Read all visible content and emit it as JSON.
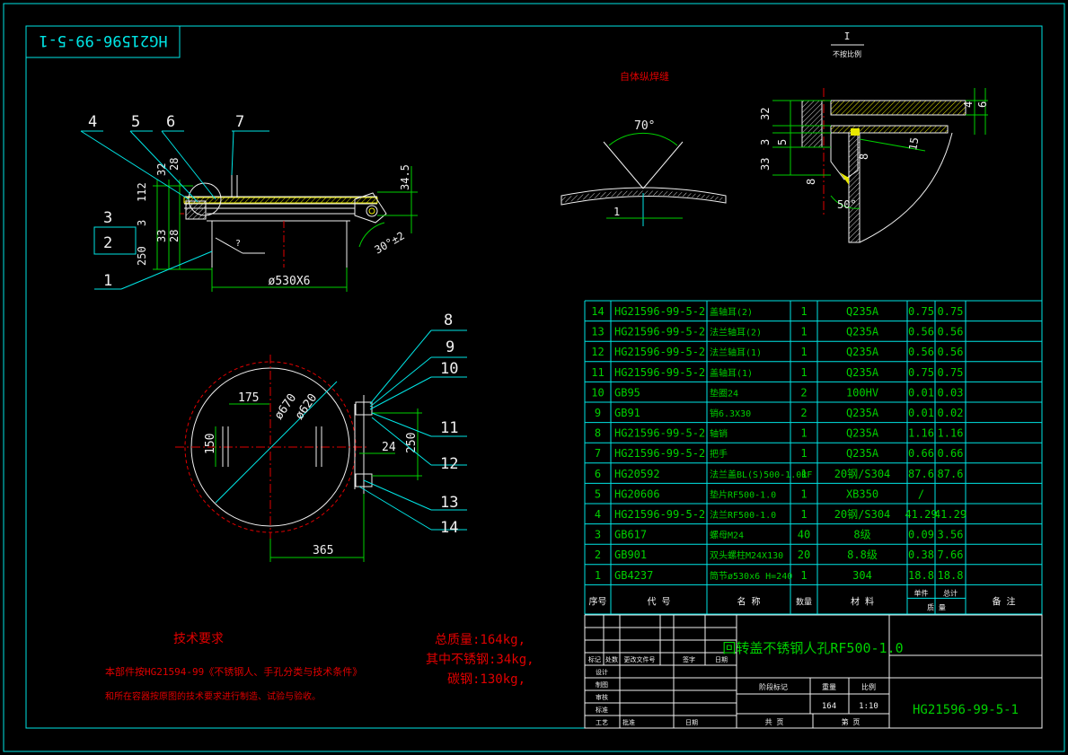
{
  "drawing_number": "HG21596-99-5-1",
  "drawing_number_mirrored": "HG21596-99-5-1",
  "title": "回转盖不锈钢人孔RF500-1.0",
  "detail": {
    "label": "I",
    "scale": "不按比例"
  },
  "weld_note": "自体纵焊缝",
  "angle_70": "70°",
  "section_dims": {
    "d1": "1"
  },
  "detail_dims": {
    "d32": "32",
    "d3": "3",
    "d5": "5",
    "d33": "33",
    "d4": "4",
    "d6": "6",
    "d15": "15",
    "d8a": "8",
    "d8b": "8",
    "a50": "50°"
  },
  "front_view": {
    "balloons": [
      "1",
      "2",
      "3",
      "4",
      "5",
      "6",
      "7"
    ],
    "dims": {
      "d112": "112",
      "d32": "32",
      "d28a": "28",
      "d3": "3",
      "d33": "33",
      "d28b": "28",
      "d250": "250",
      "d345": "34.5",
      "d530": "ø530X6",
      "q": "?",
      "d30": "30°±2"
    }
  },
  "plan_view": {
    "balloons": [
      "8",
      "9",
      "10",
      "11",
      "12",
      "13",
      "14"
    ],
    "dims": {
      "d175": "175",
      "d670": "ø670",
      "d620": "ø620",
      "d150": "150",
      "d24": "24",
      "d250": "250",
      "d365": "365"
    }
  },
  "tech": {
    "heading": "技术要求",
    "line1": "本部件按HG21594-99《不锈钢人、手孔分类与技术条件》",
    "line2": "和所在容器按原图的技术要求进行制造、试验与验收。"
  },
  "weights": {
    "total": "总质量:164kg,",
    "stainless": "其中不锈钢:34kg,",
    "carbon": "碳钢:130kg,"
  },
  "bom_headers": {
    "no": "序号",
    "code": "代    号",
    "name": "名    称",
    "qty": "数量",
    "material": "材    料",
    "unit": "单件",
    "total": "总计",
    "mass": "质    量",
    "remark": "备    注"
  },
  "bom": [
    {
      "no": "14",
      "code": "HG21596-99-5-2",
      "name": "盖轴耳(2)",
      "qty": "1",
      "material": "Q235A",
      "unit": "0.75",
      "total": "0.75"
    },
    {
      "no": "13",
      "code": "HG21596-99-5-2",
      "name": "法兰轴耳(2)",
      "qty": "1",
      "material": "Q235A",
      "unit": "0.56",
      "total": "0.56"
    },
    {
      "no": "12",
      "code": "HG21596-99-5-2",
      "name": "法兰轴耳(1)",
      "qty": "1",
      "material": "Q235A",
      "unit": "0.56",
      "total": "0.56"
    },
    {
      "no": "11",
      "code": "HG21596-99-5-2",
      "name": "盖轴耳(1)",
      "qty": "1",
      "material": "Q235A",
      "unit": "0.75",
      "total": "0.75"
    },
    {
      "no": "10",
      "code": "GB95",
      "name": "垫圈24",
      "qty": "2",
      "material": "100HV",
      "unit": "0.01",
      "total": "0.03"
    },
    {
      "no": "9",
      "code": "GB91",
      "name": "销6.3X30",
      "qty": "2",
      "material": "Q235A",
      "unit": "0.01",
      "total": "0.02"
    },
    {
      "no": "8",
      "code": "HG21596-99-5-2",
      "name": "轴销",
      "qty": "1",
      "material": "Q235A",
      "unit": "1.16",
      "total": "1.16"
    },
    {
      "no": "7",
      "code": "HG21596-99-5-2",
      "name": "把手",
      "qty": "1",
      "material": "Q235A",
      "unit": "0.66",
      "total": "0.66"
    },
    {
      "no": "6",
      "code": "HG20592",
      "name": "法兰盖BL(S)500-1.0RF",
      "qty": "1",
      "material": "20钢/S304",
      "unit": "87.6",
      "total": "87.6"
    },
    {
      "no": "5",
      "code": "HG20606",
      "name": "垫片RF500-1.0",
      "qty": "1",
      "material": "XB350",
      "unit": "/",
      "total": ""
    },
    {
      "no": "4",
      "code": "HG21596-99-5-2",
      "name": "法兰RF500-1.0",
      "qty": "1",
      "material": "20钢/S304",
      "unit": "41.29",
      "total": "41.29"
    },
    {
      "no": "3",
      "code": "GB617",
      "name": "螺母M24",
      "qty": "40",
      "material": "8级",
      "unit": "0.09",
      "total": "3.56"
    },
    {
      "no": "2",
      "code": "GB901",
      "name": "双头螺柱M24X130",
      "qty": "20",
      "material": "8.8级",
      "unit": "0.38",
      "total": "7.66"
    },
    {
      "no": "1",
      "code": "GB4237",
      "name": "筒节ø530x6 H=240",
      "qty": "1",
      "material": "304",
      "unit": "18.8",
      "total": "18.8"
    }
  ],
  "titleblock": {
    "mark": "标记",
    "count": "处数",
    "doc": "更改文件号",
    "sign": "签字",
    "date": "日期",
    "design": "设计",
    "draw": "制图",
    "check": "审核",
    "proc": "工艺",
    "std": "标准",
    "approve": "批准",
    "stage": "阶段标记",
    "weight": "重量",
    "scale": "比例",
    "weight_val": "164",
    "scale_val": "1:10",
    "sheets": "共    页",
    "sheet": "第    页",
    "date2": "日期"
  },
  "colors": {
    "frame": "#00e5e5",
    "geometry": "#f0f0f0",
    "dim": "#00d000",
    "red": "#e00000",
    "yellow": "#e8e800",
    "bg": "#000000"
  }
}
